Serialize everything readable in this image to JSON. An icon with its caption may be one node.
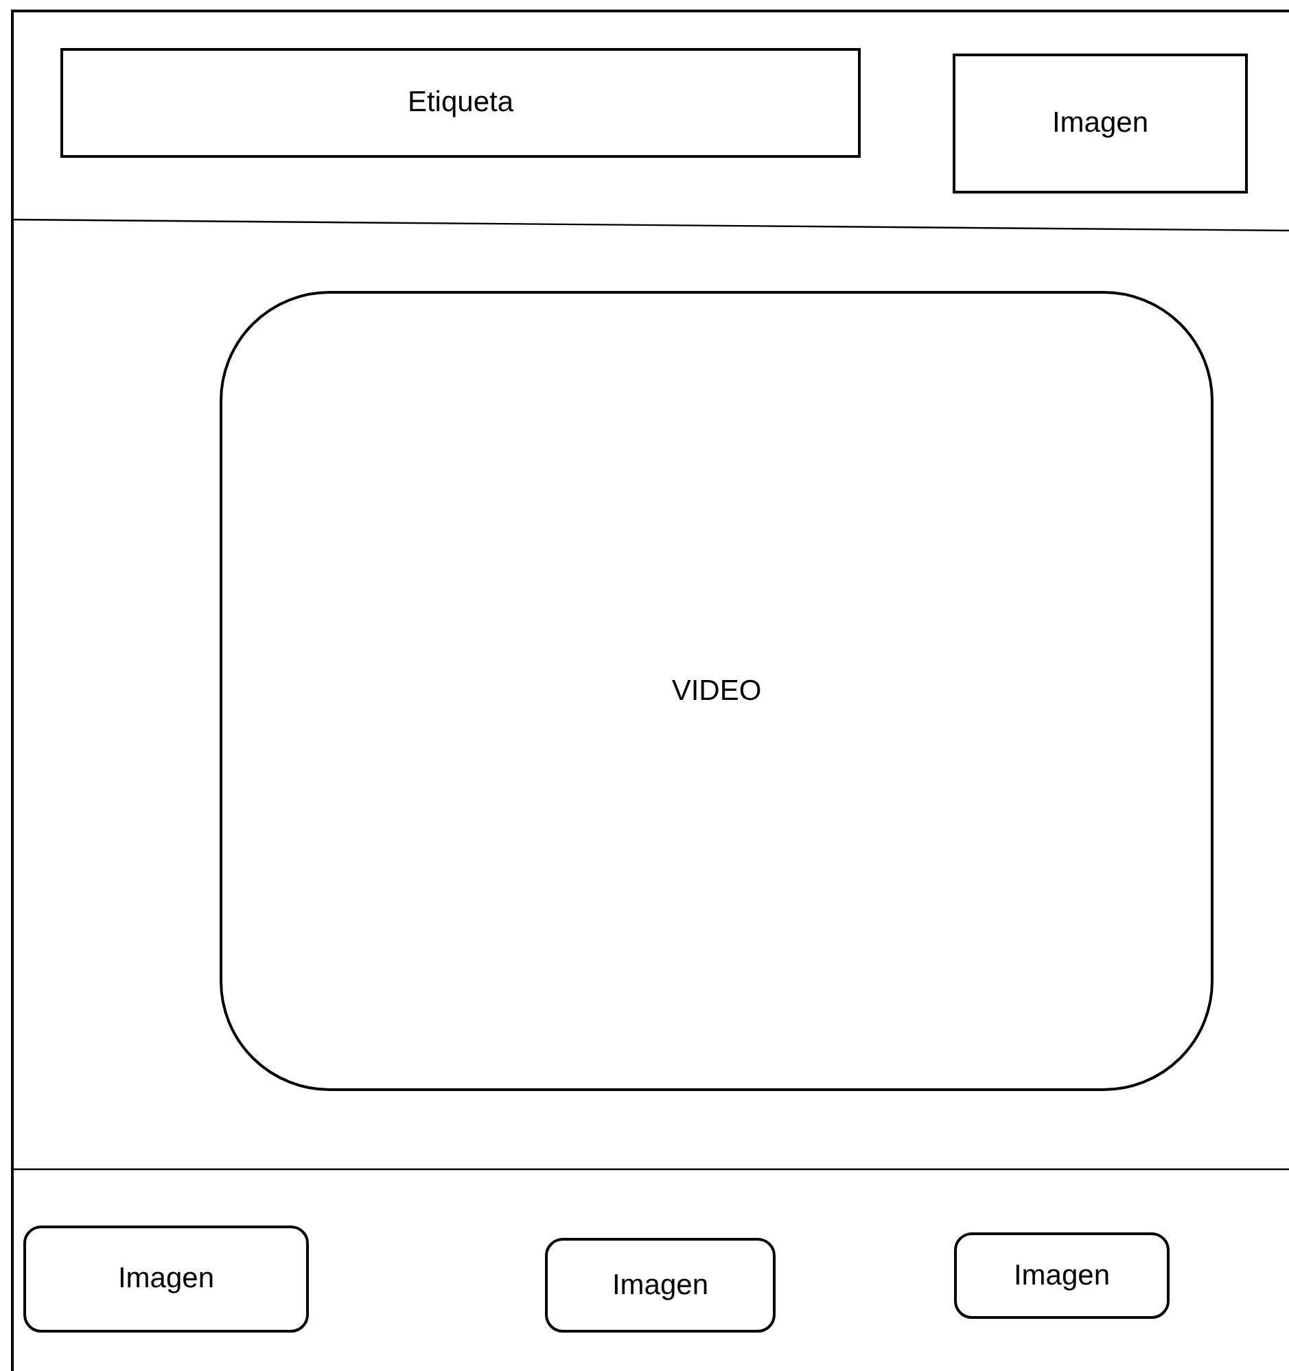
{
  "diagram": {
    "nodes": [
      {
        "text": [
          "Etiqueta"
        ]
      },
      {
        "text": [
          "Imagen"
        ]
      },
      {
        "text": [
          "VIDEO"
        ]
      },
      {
        "text": [
          "Imagen"
        ]
      },
      {
        "text": [
          "Imagen"
        ]
      },
      {
        "text": [
          "Imagen"
        ]
      }
    ]
  }
}
